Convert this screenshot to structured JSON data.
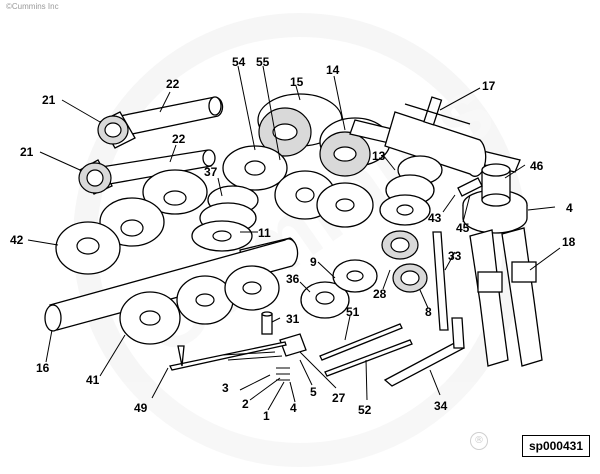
{
  "copyright": "©Cummins Inc",
  "watermark": "Cummins",
  "reference_number": "sp000431",
  "registered_mark": "®",
  "callouts": {
    "c1": "1",
    "c2": "2",
    "c3": "3",
    "c4": "4",
    "c4b": "4",
    "c5": "5",
    "c8": "8",
    "c9": "9",
    "c11": "11",
    "c13": "13",
    "c14": "14",
    "c15": "15",
    "c16": "16",
    "c17": "17",
    "c18": "18",
    "c21a": "21",
    "c21b": "21",
    "c22a": "22",
    "c22b": "22",
    "c27": "27",
    "c28": "28",
    "c31": "31",
    "c33": "33",
    "c34": "34",
    "c36": "36",
    "c37": "37",
    "c41": "41",
    "c42": "42",
    "c43": "43",
    "c45": "45",
    "c46": "46",
    "c49": "49",
    "c51": "51",
    "c52": "52",
    "c54": "54",
    "c55": "55"
  }
}
